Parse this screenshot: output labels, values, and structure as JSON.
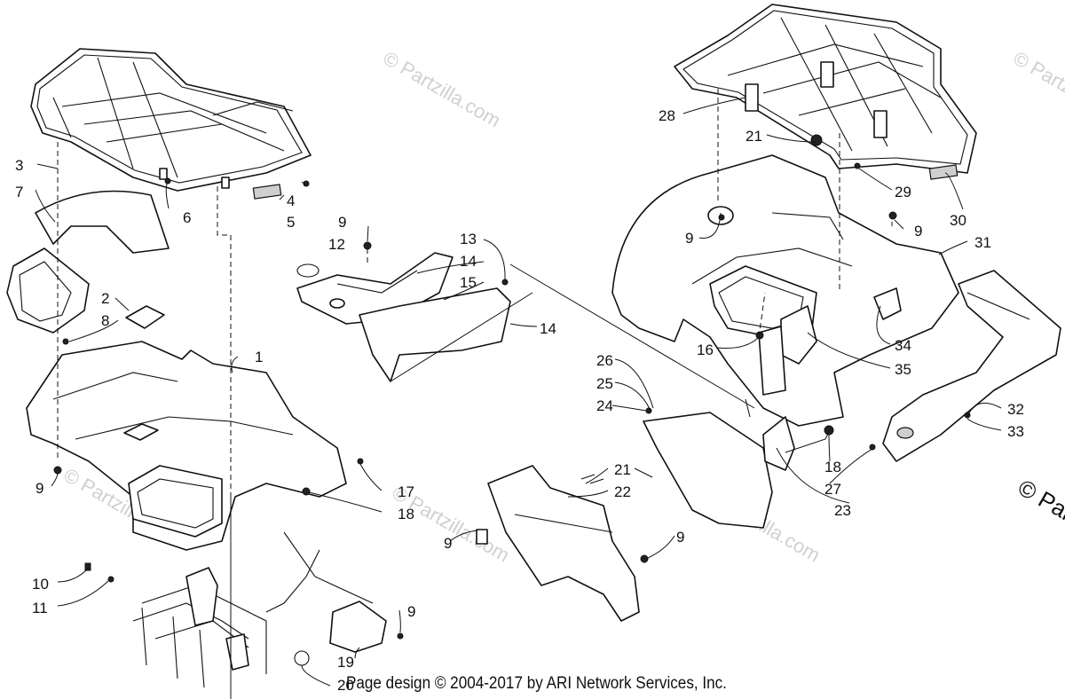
{
  "credit": "Page design © 2004-2017 by ARI Network Services, Inc.",
  "watermark": "© Partzilla.com",
  "watermark_edge": "© Par",
  "callouts": [
    "1",
    "2",
    "3",
    "4",
    "5",
    "6",
    "7",
    "8",
    "9",
    "9",
    "9",
    "9",
    "9",
    "9",
    "9",
    "9",
    "10",
    "11",
    "12",
    "13",
    "14",
    "14",
    "15",
    "16",
    "17",
    "18",
    "18",
    "19",
    "20",
    "21",
    "21",
    "22",
    "23",
    "24",
    "25",
    "26",
    "27",
    "28",
    "29",
    "30",
    "31",
    "32",
    "33",
    "34",
    "35"
  ]
}
